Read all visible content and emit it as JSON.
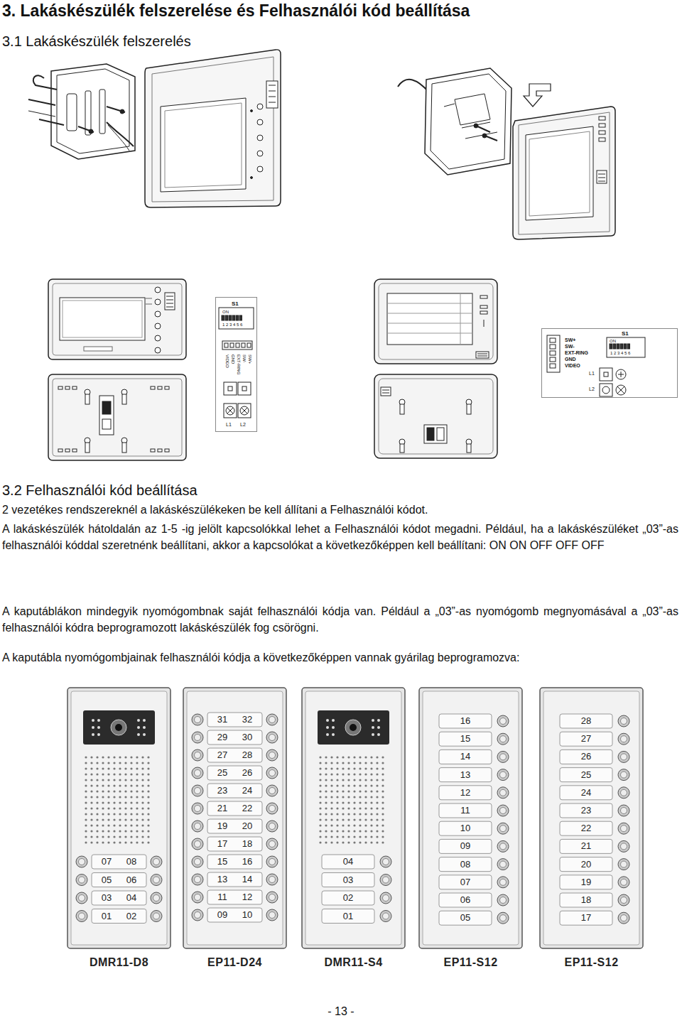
{
  "diagram": {
    "title": "3. Lakáskészülék felszerelése és Felhasználói kód beállítása",
    "nodes": [
      {
        "text": [
          "S1",
          "ON",
          "1 2 3 4 5 6",
          "SW+",
          "SW-",
          "EXT-RING",
          "GND",
          "VIDEO",
          "L1",
          "L2"
        ]
      },
      {
        "text": [
          "S1",
          "ON",
          "1 2 3 4 5 6",
          "SW+",
          "SW-",
          "EXT-RING",
          "GND",
          "VIDEO",
          "L1",
          "L2"
        ]
      },
      {
        "text": [
          "07",
          "08",
          "05",
          "06",
          "03",
          "04",
          "01",
          "02",
          "DMR11-D8"
        ]
      },
      {
        "text": [
          "31",
          "32",
          "29",
          "30",
          "27",
          "28",
          "25",
          "26",
          "23",
          "24",
          "21",
          "22",
          "19",
          "20",
          "17",
          "18",
          "15",
          "16",
          "13",
          "14",
          "11",
          "12",
          "09",
          "10",
          "EP11-D24"
        ]
      },
      {
        "text": [
          "04",
          "03",
          "02",
          "01",
          "DMR11-S4"
        ]
      },
      {
        "text": [
          "16",
          "15",
          "14",
          "13",
          "12",
          "11",
          "10",
          "09",
          "08",
          "07",
          "06",
          "05",
          "EP11-S12"
        ]
      },
      {
        "text": [
          "28",
          "27",
          "26",
          "25",
          "24",
          "23",
          "22",
          "21",
          "20",
          "19",
          "18",
          "17",
          "EP11-S12"
        ]
      }
    ],
    "labels": [
      "3.1 Lakáskészülék felszerelés",
      "3.2 Felhasználói kód beállítása",
      "2 vezetékes rendszereknél a lakáskészülékeken be kell állítani a Felhasználói kódot.",
      "A lakáskészülék hátoldalán az 1-5 -ig jelölt kapcsolókkal lehet a Felhasználói kódot megadni. Például, ha a lakáskészüléket „03”-as felhasználói kóddal szeretnénk beállítani, akkor a kapcsolókat a következőképpen kell beállítani: ON ON OFF OFF OFF",
      "A kaputáblákon mindegyik nyomógombnak saját felhasználói kódja van. Például a „03”-as nyomógomb megnyomásával a „03”-as felhasználói kódra beprogramozott lakáskészülék fog csörögni.",
      "A kaputábla nyomógombjainak felhasználói kódja a következőképpen vannak gyárilag beprogramozva:",
      "- 13 -"
    ]
  }
}
